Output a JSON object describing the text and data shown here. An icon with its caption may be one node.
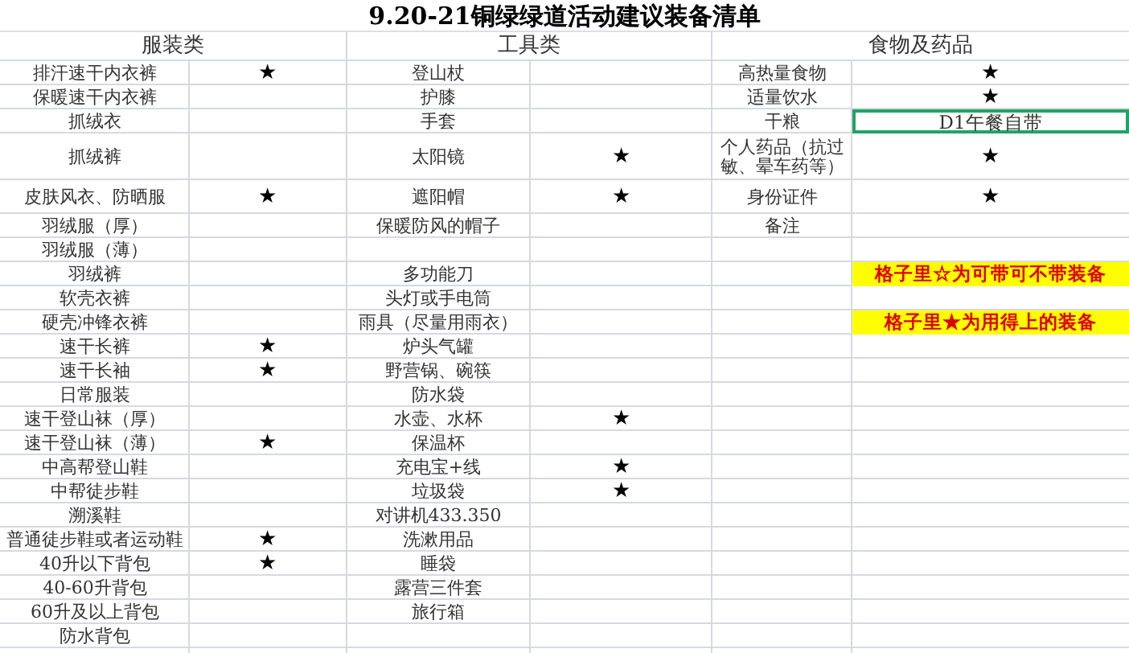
{
  "diagram": {
    "title": "9.20-21铜绿绿道活动建议装备清单",
    "labels": [
      "服装类",
      "工具类",
      "食物及药品",
      "排汗速干内衣裤",
      "★",
      "登山杖",
      "高热量食物",
      "★",
      "保暖速干内衣裤",
      "护膝",
      "适量饮水",
      "★",
      "抓绒衣",
      "手套",
      "干粮",
      "D1午餐自带",
      "抓绒裤",
      "太阳镜",
      "★",
      "个人药品（抗过敏、晕车药等）",
      "★",
      "皮肤风衣、防晒服",
      "★",
      "遮阳帽",
      "★",
      "身份证件",
      "★",
      "羽绒服（厚）",
      "保暖防风的帽子",
      "备注",
      "羽绒服（薄）",
      "羽绒裤",
      "多功能刀",
      "格子里☆为可带可不带装备",
      "软壳衣裤",
      "头灯或手电筒",
      "硬壳冲锋衣裤",
      "雨具（尽量用雨衣）",
      "格子里★为用得上的装备",
      "速干长裤",
      "★",
      "炉头气罐",
      "速干长袖",
      "★",
      "野营锅、碗筷",
      "日常服装",
      "防水袋",
      "速干登山袜（厚）",
      "水壶、水杯",
      "★",
      "速干登山袜（薄）",
      "★",
      "保温杯",
      "中高帮登山鞋",
      "充电宝+线",
      "★",
      "中帮徒步鞋",
      "垃圾袋",
      "★",
      "溯溪鞋",
      "对讲机433.350",
      "普通徒步鞋或者运动鞋",
      "★",
      "洗漱用品",
      "40升以下背包",
      "★",
      "睡袋",
      "40-60升背包",
      "露营三件套",
      "60升及以上背包",
      "旅行箱",
      "防水背包"
    ]
  }
}
